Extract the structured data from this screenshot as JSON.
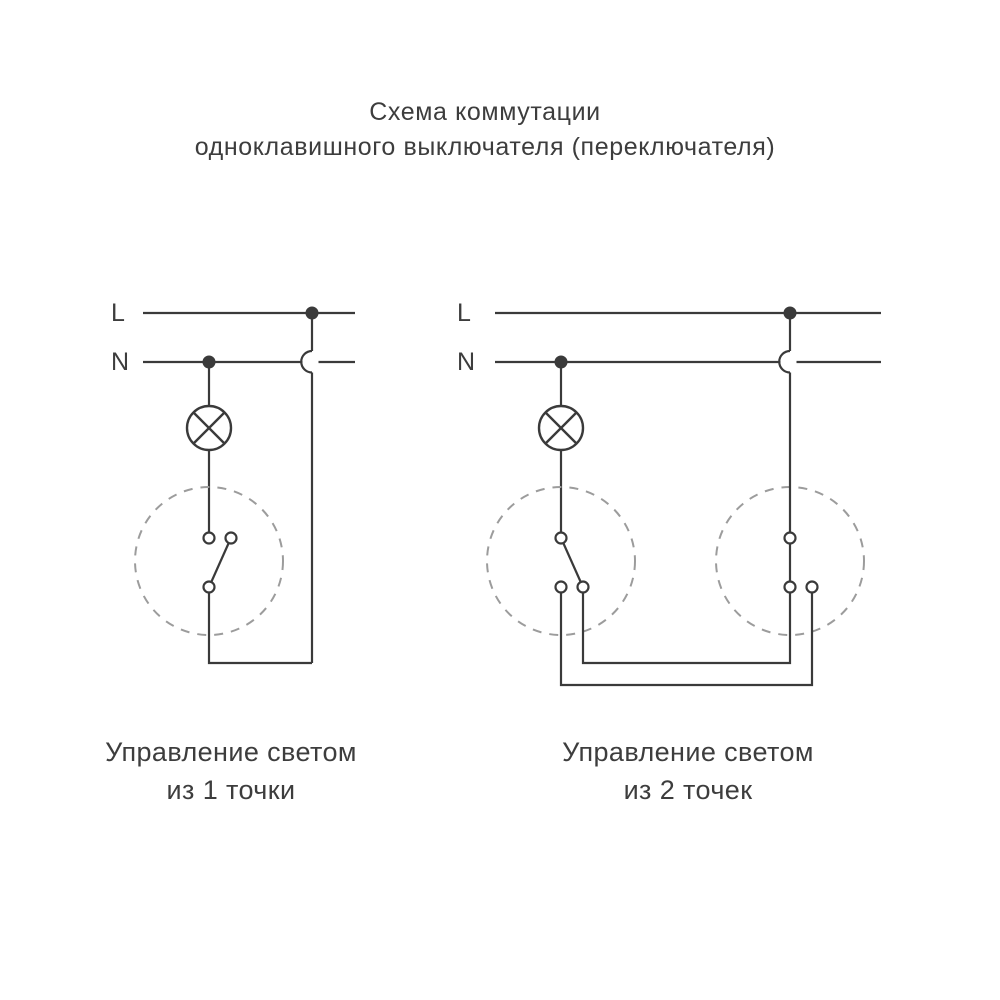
{
  "title": {
    "line1": "Схема коммутации",
    "line2": "одноклавишного выключателя (переключателя)"
  },
  "colors": {
    "wire": "#3a3a3a",
    "dashed_circle": "#9c9c9c",
    "text": "#3d3d3d",
    "background": "#ffffff"
  },
  "diagram_left": {
    "phase_label": "L",
    "neutral_label": "N",
    "caption_line1": "Управление светом",
    "caption_line2": "из 1 точки"
  },
  "diagram_right": {
    "phase_label": "L",
    "neutral_label": "N",
    "caption_line1": "Управление светом",
    "caption_line2": "из 2 точек"
  }
}
